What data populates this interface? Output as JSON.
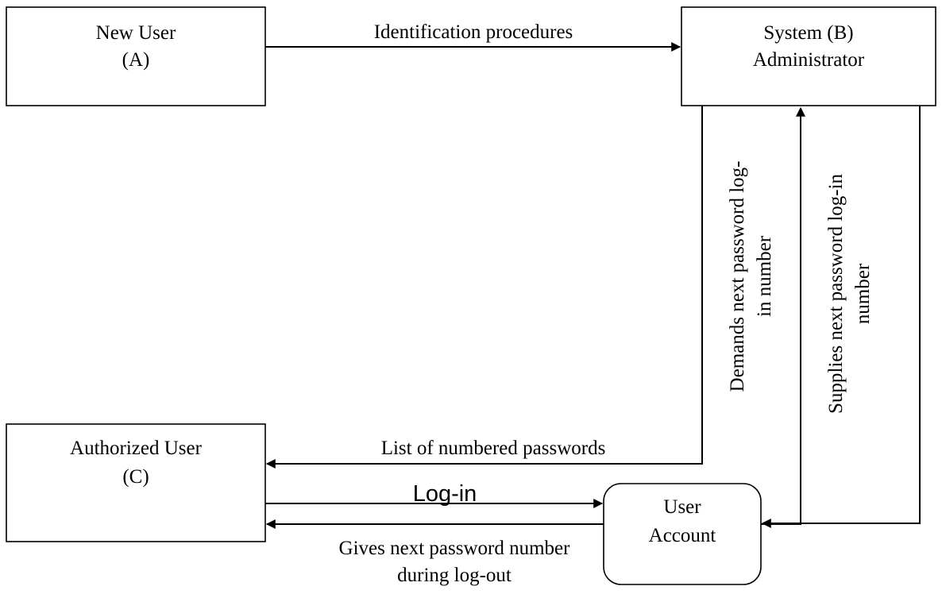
{
  "nodes": {
    "new_user": {
      "line1": "New User",
      "line2": "(A)"
    },
    "system_admin": {
      "line1": "System (B)",
      "line2": "Administrator"
    },
    "authorized_user": {
      "line1": "Authorized User",
      "line2": "(C)"
    },
    "user_account": {
      "line1": "User",
      "line2": "Account"
    }
  },
  "edges": {
    "identification": "Identification procedures",
    "list_passwords": "List of numbered passwords",
    "login": "Log-in",
    "gives_next": {
      "line1": "Gives next password number",
      "line2": "during log-out"
    },
    "demands_next": {
      "line1": "Demands next password  log-",
      "line2": "in number"
    },
    "supplies_next": {
      "line1": "Supplies next password log-in",
      "line2": "number"
    }
  }
}
